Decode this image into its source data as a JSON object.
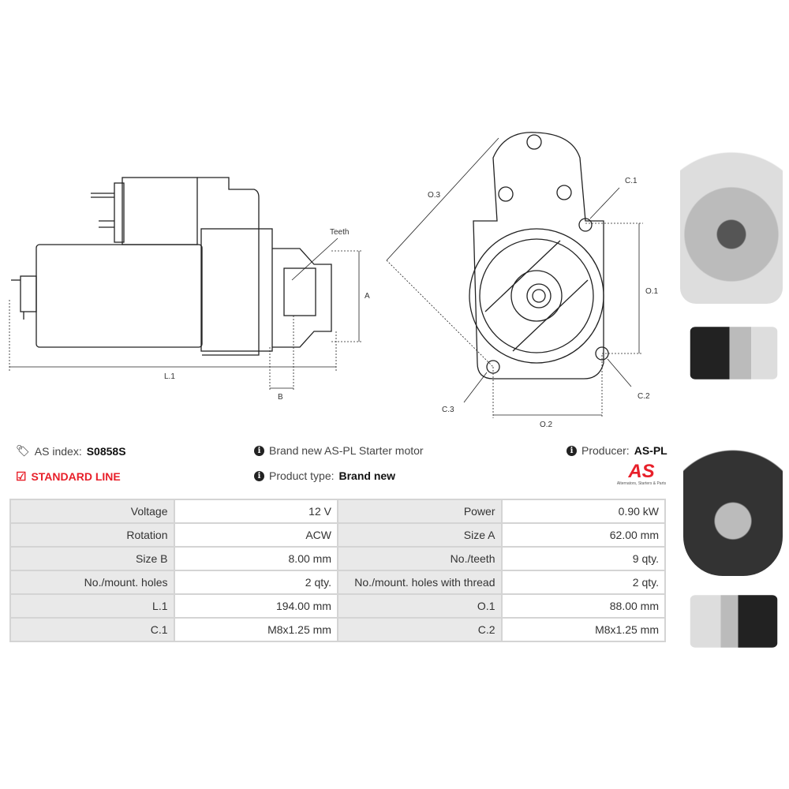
{
  "drawing_labels": {
    "teeth": "Teeth",
    "a": "A",
    "b": "B",
    "l1": "L.1",
    "o1": "O.1",
    "o2": "O.2",
    "o3": "O.3",
    "c1": "C.1",
    "c2": "C.2",
    "c3": "C.3"
  },
  "info": {
    "as_index_label": "AS index:",
    "as_index_value": "S0858S",
    "standard_line": "STANDARD LINE",
    "description": "Brand new AS-PL Starter motor",
    "product_type_label": "Product type:",
    "product_type_value": "Brand new",
    "producer_label": "Producer:",
    "producer_value": "AS-PL",
    "logo_text": "AS",
    "logo_tagline": "Alternators, Starters & Parts"
  },
  "colors": {
    "accent": "#e8202a",
    "label_bg": "#e9e9e9",
    "border": "#d4d4d4"
  },
  "specs": [
    [
      "Voltage",
      "12 V",
      "Power",
      "0.90 kW"
    ],
    [
      "Rotation",
      "ACW",
      "Size A",
      "62.00 mm"
    ],
    [
      "Size B",
      "8.00 mm",
      "No./teeth",
      "9 qty."
    ],
    [
      "No./mount. holes",
      "2 qty.",
      "No./mount. holes with thread",
      "2 qty."
    ],
    [
      "L.1",
      "194.00 mm",
      "O.1",
      "88.00 mm"
    ],
    [
      "C.1",
      "M8x1.25 mm",
      "C.2",
      "M8x1.25 mm"
    ]
  ]
}
